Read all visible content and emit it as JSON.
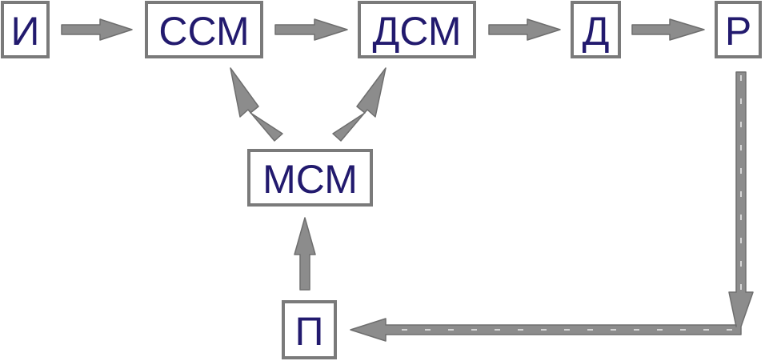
{
  "diagram": {
    "nodes": [
      {
        "id": "i",
        "label": "И"
      },
      {
        "id": "ssm",
        "label": "ССМ"
      },
      {
        "id": "dsm",
        "label": "ДСМ"
      },
      {
        "id": "d",
        "label": "Д"
      },
      {
        "id": "r",
        "label": "Р"
      },
      {
        "id": "msm",
        "label": "МСМ"
      },
      {
        "id": "p",
        "label": "П"
      }
    ],
    "edges": [
      {
        "from": "i",
        "to": "ssm"
      },
      {
        "from": "ssm",
        "to": "dsm"
      },
      {
        "from": "dsm",
        "to": "d"
      },
      {
        "from": "d",
        "to": "r"
      },
      {
        "from": "msm",
        "to": "ssm"
      },
      {
        "from": "msm",
        "to": "dsm"
      },
      {
        "from": "p",
        "to": "msm"
      },
      {
        "from": "r",
        "to": "p",
        "style": "dashed"
      }
    ],
    "colors": {
      "label_text": "#221a6e",
      "box_border": "#7a7a7a",
      "arrow_fill": "#8c8c8c"
    }
  }
}
